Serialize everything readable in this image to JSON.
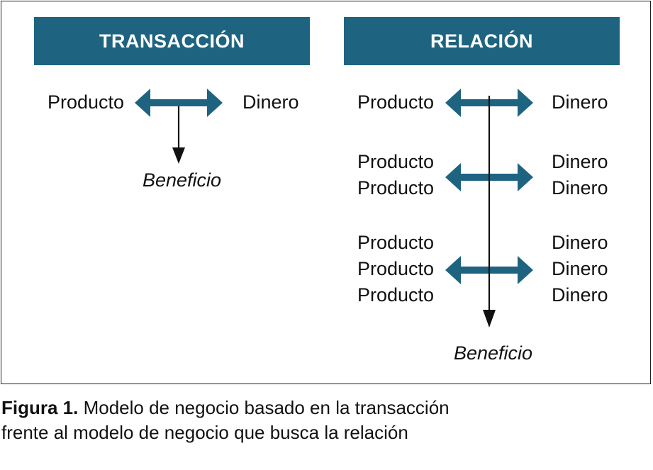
{
  "diagram": {
    "transaction": {
      "header": "TRANSACCIÓN",
      "left_label": "Producto",
      "right_label": "Dinero",
      "result": "Beneficio"
    },
    "relationship": {
      "header": "RELACIÓN",
      "rows": [
        {
          "left": [
            "Producto"
          ],
          "right": [
            "Dinero"
          ]
        },
        {
          "left": [
            "Producto",
            "Producto"
          ],
          "right": [
            "Dinero",
            "Dinero"
          ]
        },
        {
          "left": [
            "Producto",
            "Producto",
            "Producto"
          ],
          "right": [
            "Dinero",
            "Dinero",
            "Dinero"
          ]
        }
      ],
      "result": "Beneficio"
    },
    "accent_color": "#1e6480"
  },
  "caption": {
    "label": "Figura 1.",
    "text": " Modelo de negocio basado en la transacción",
    "text_line2": "frente al modelo de negocio que busca la relación"
  }
}
